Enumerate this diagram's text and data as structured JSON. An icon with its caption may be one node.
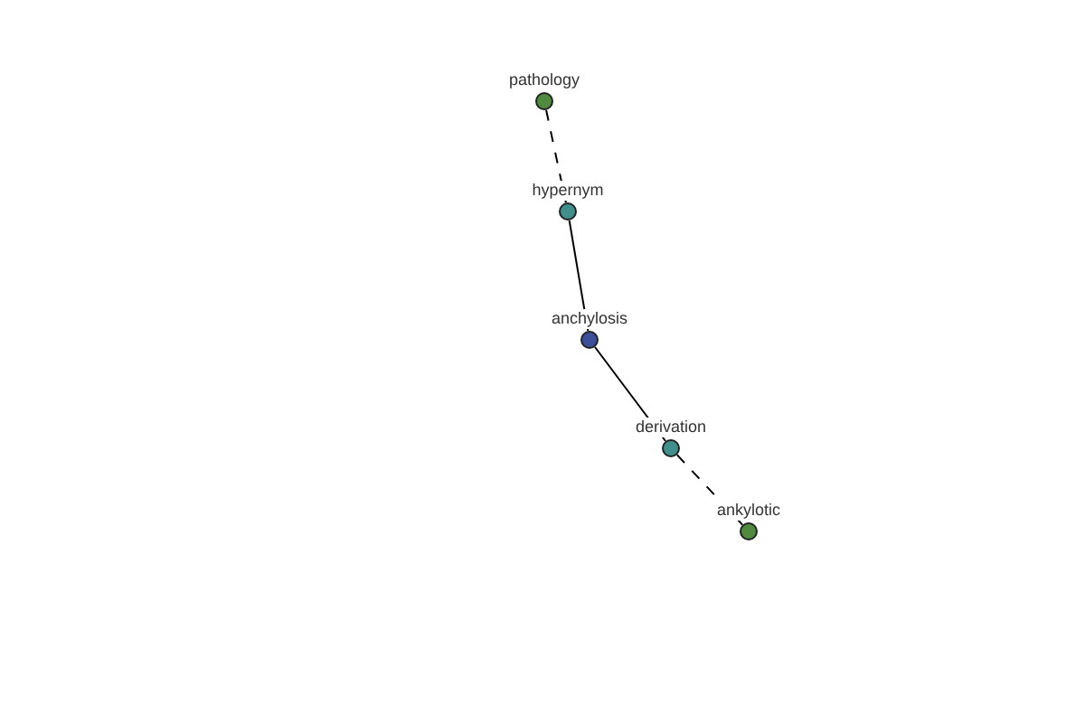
{
  "diagram": {
    "nodes": [
      {
        "text": [
          "pathology"
        ]
      },
      {
        "text": [
          "hypernym"
        ]
      },
      {
        "text": [
          "anchylosis"
        ]
      },
      {
        "text": [
          "derivation"
        ]
      },
      {
        "text": [
          "ankylotic"
        ]
      }
    ],
    "edges": [
      {
        "from": 0,
        "to": 1,
        "arrow": "none",
        "style": "dashed"
      },
      {
        "from": 1,
        "to": 2,
        "arrow": "none"
      },
      {
        "from": 2,
        "to": 3,
        "arrow": "none"
      },
      {
        "from": 3,
        "to": 4,
        "arrow": "none",
        "style": "dashed"
      }
    ]
  }
}
